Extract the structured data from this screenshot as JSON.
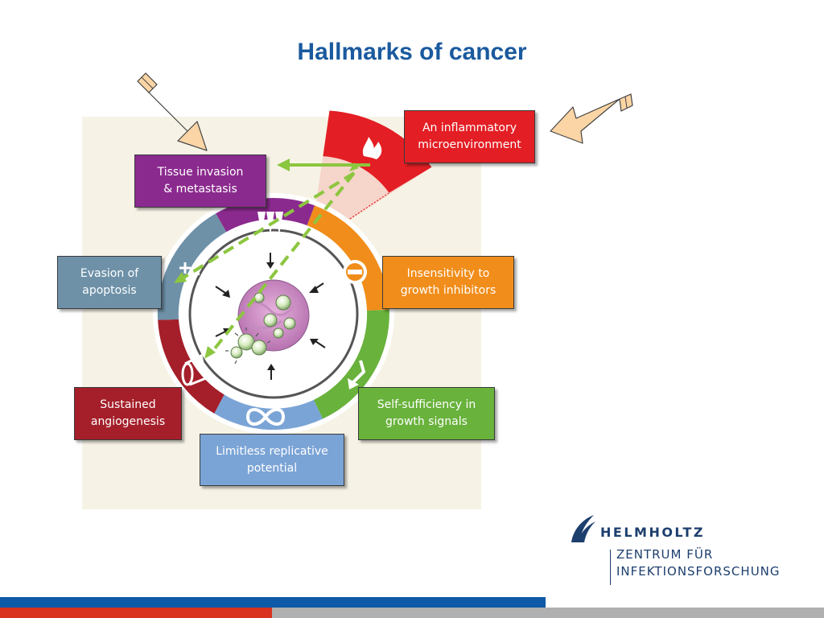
{
  "slide": {
    "title": "Hallmarks of cancer"
  },
  "hallmarks": {
    "inflammatory": "An inflammatory\nmicroenvironment",
    "invasion": "Tissue invasion\n& metastasis",
    "evasion": "Evasion of\napoptosis",
    "insensitivity": "Insensitivity to\ngrowth inhibitors",
    "angiogenesis": "Sustained\nangiogenesis",
    "self_sufficiency": "Self-sufficiency in\ngrowth signals",
    "replicative": "Limitless replicative\npotential"
  },
  "colors": {
    "inflammatory": "#e31e24",
    "invasion": "#8b2a8e",
    "evasion": "#6e91a8",
    "insensitivity": "#f18d1a",
    "angiogenesis": "#a41f2a",
    "self_sufficiency": "#69b23c",
    "replicative": "#7ba4d6",
    "title": "#1a5a9e",
    "green_arrows": "#8cc63f",
    "pointer_arrows": "#fbd5a5"
  },
  "logo": {
    "name": "HELMHOLTZ",
    "line1": "ZENTRUM FÜR",
    "line2": "INFEKTIONSFORSCHUNG"
  },
  "footer_colors": [
    "#d9321f",
    "#0e5aa7",
    "#b0b0b0"
  ]
}
